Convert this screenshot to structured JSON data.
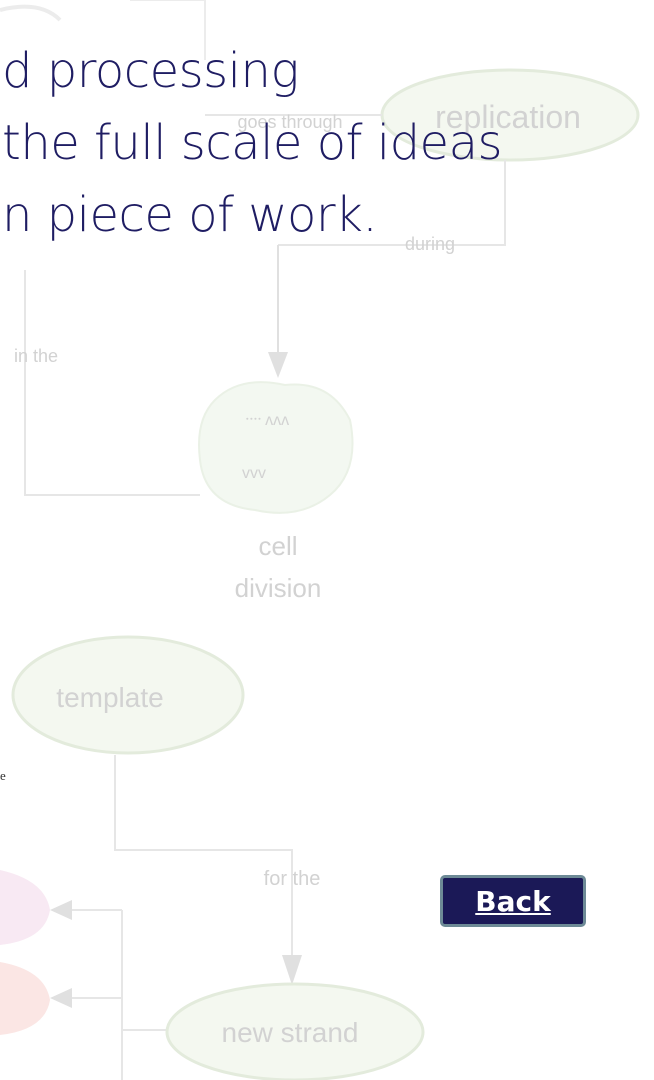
{
  "headline": {
    "line1": "d processing",
    "line2": "the full scale of ideas",
    "line3": "n piece of work."
  },
  "diagram": {
    "labels": {
      "replication": "replication",
      "goes_through": "goes through",
      "during": "during",
      "in_the": "in the",
      "cell_line1": "cell",
      "cell_line2": "division",
      "template": "template",
      "for_the": "for the",
      "new_strand": "new strand"
    }
  },
  "fragment_text": "e",
  "button": {
    "back_label": "Back"
  },
  "colors": {
    "headline": "#1f1d63",
    "button_bg": "#1b1957",
    "button_border": "#6d8a96"
  }
}
